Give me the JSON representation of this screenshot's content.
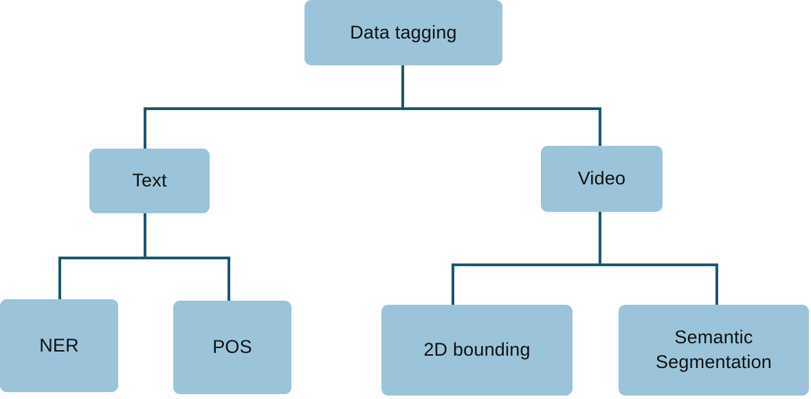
{
  "diagram": {
    "type": "tree",
    "colors": {
      "background": "#ffffff",
      "box_fill": "#9bc4da",
      "connector": "#1d5670",
      "text": "#111111"
    },
    "nodes": {
      "root": {
        "label": "Data tagging",
        "children": [
          "text",
          "video"
        ]
      },
      "text": {
        "label": "Text",
        "children": [
          "ner",
          "pos"
        ]
      },
      "video": {
        "label": "Video",
        "children": [
          "bounding",
          "semantic"
        ]
      },
      "ner": {
        "label": "NER",
        "children": []
      },
      "pos": {
        "label": "POS",
        "children": []
      },
      "bounding": {
        "label": "2D bounding",
        "children": []
      },
      "semantic": {
        "label": "Semantic Segmentation",
        "children": []
      }
    }
  }
}
